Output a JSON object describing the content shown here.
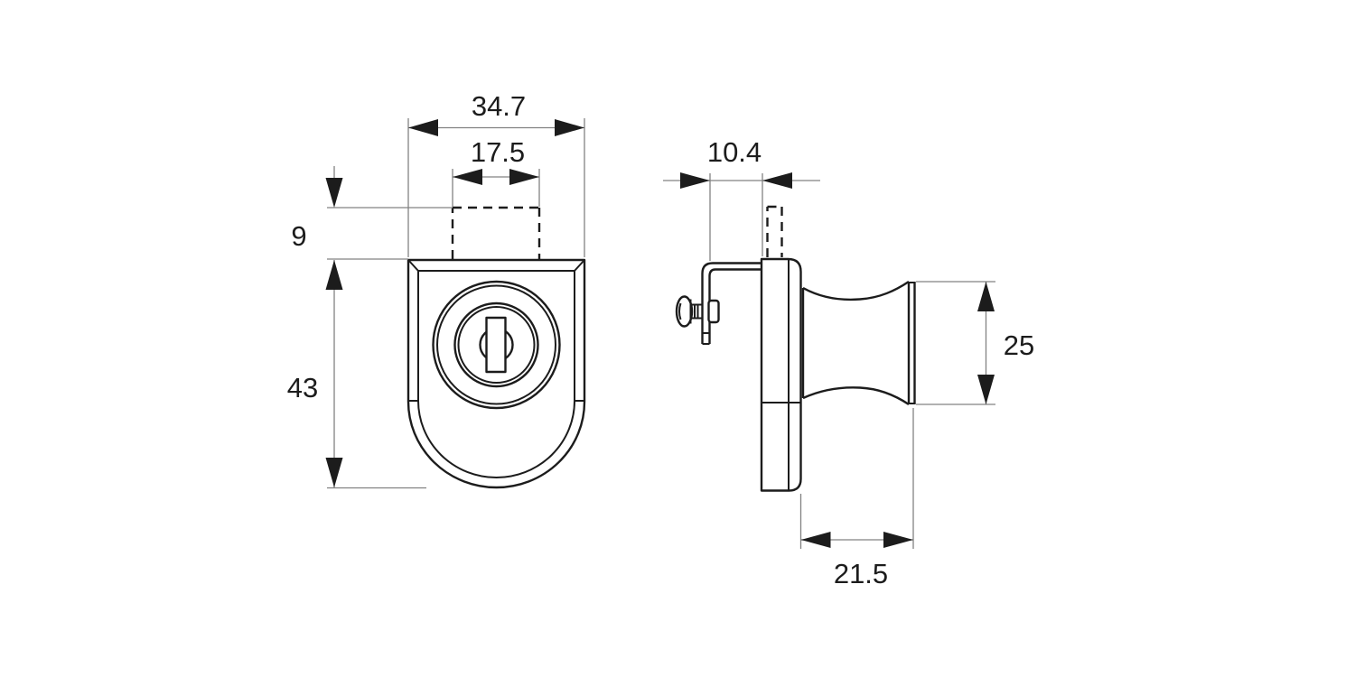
{
  "drawing": {
    "front_view": {
      "dim_overall_width": "34.7",
      "dim_latch_width": "17.5",
      "dim_latch_height": "9",
      "dim_body_height": "43"
    },
    "side_view": {
      "dim_mount_gap": "10.4",
      "dim_knob_diameter": "25",
      "dim_knob_length": "21.5"
    },
    "colors": {
      "outline": "#1c1c1c",
      "dimension_line": "#828282",
      "background": "#ffffff"
    }
  }
}
